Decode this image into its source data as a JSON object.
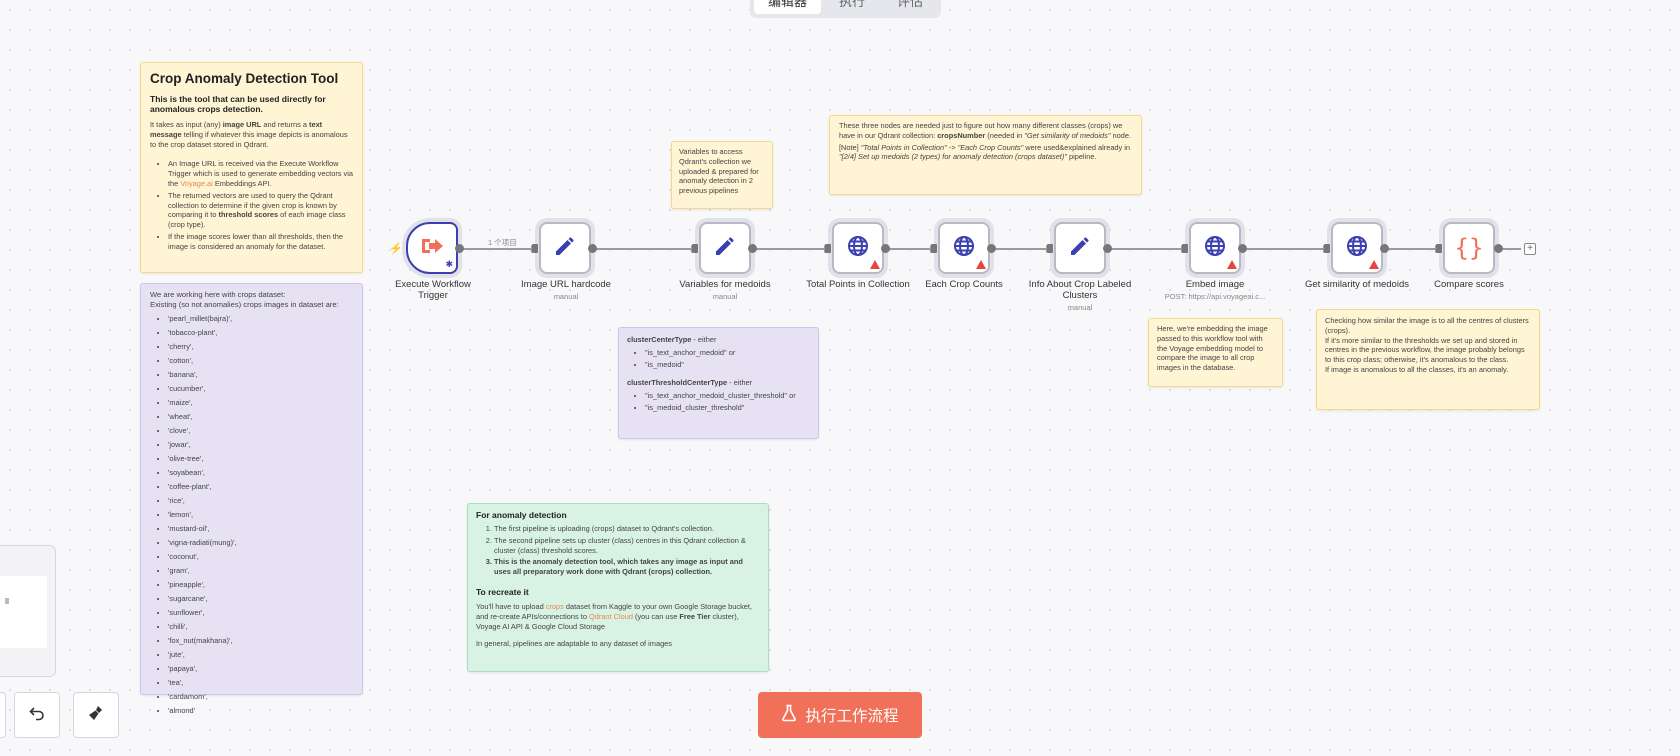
{
  "tabs": [
    {
      "label": "编辑器",
      "active": true
    },
    {
      "label": "执行",
      "active": false
    },
    {
      "label": "评估",
      "active": false
    }
  ],
  "sticky_main": {
    "title": "Crop Anomaly Detection Tool",
    "subtitle": "This is the tool that can be used directly for anomalous crops detection.",
    "p1_a": "It takes as input (any) ",
    "p1_b": "image URL",
    "p1_c": " and returns a ",
    "p1_d": "text message",
    "p1_e": " telling if whatever this image depicts is anomalous to the crop dataset stored in Qdrant.",
    "b1_a": "An Image URL is received via the Execute Workflow Trigger which is used to generate embedding vectors via the ",
    "b1_link": "Voyage.ai",
    "b1_b": " Embeddings API.",
    "b2_a": "The returned vectors are used to query the Qdrant collection to determine if the given crop is known by comparing it to ",
    "b2_b": "threshold scores",
    "b2_c": " of each image class (crop type).",
    "b3": "If the image scores lower than all thresholds, then the image is considered an anomaly for the dataset."
  },
  "sticky_crops": {
    "intro1": "We are working here with crops dataset:",
    "intro2": "Existing (so not anomalies) crops images in dataset are:",
    "items": [
      "'pearl_millet(bajra)',",
      "'tobacco-plant',",
      "'cherry',",
      "'cotton',",
      "'banana',",
      "'cucumber',",
      "'maize',",
      "'wheat',",
      "'clove',",
      "'jowar',",
      "'olive-tree',",
      "'soyabean',",
      "'coffee-plant',",
      "'rice',",
      "'lemon',",
      "'mustard-oil',",
      "'vigna-radiati(mung)',",
      "'coconut',",
      "'gram',",
      "'pineapple',",
      "'sugarcane',",
      "'sunflower',",
      "'chilli',",
      "'fox_nut(makhana)',",
      "'jute',",
      "'papaya',",
      "'tea',",
      "'cardamom',",
      "'almond'"
    ]
  },
  "sticky_vars": {
    "text": "Variables to access Qdrant's collection we uploaded & prepared for anomaly detection in 2 previous pipelines"
  },
  "sticky_three": {
    "p1_a": "These three nodes are needed just to figure out how many different classes (crops) we have in our Qdrant collection: ",
    "p1_b": "cropsNumber",
    "p1_c": " (needed in ",
    "p1_d": "\"Get similarity of medoids\"",
    "p1_e": " node.",
    "p2_a": "[Note] ",
    "p2_b": "\"Total Points in Collection\" -> \"Each Crop Counts\"",
    "p2_c": " were used&explained already in ",
    "p2_d": "\"[2/4] Set up medoids (2 types) for anomaly detection (crops dataset)\"",
    "p2_e": " pipeline."
  },
  "sticky_cluster": {
    "h1": "clusterCenterType",
    "h1_tail": " - either",
    "l1": [
      "\"is_text_anchor_medoid\" or",
      "\"is_medoid\""
    ],
    "h2": "clusterThresholdCenterType",
    "h2_tail": " - either",
    "l2": [
      "\"is_text_anchor_medoid_cluster_threshold\" or",
      "\"is_medoid_cluster_threshold\""
    ]
  },
  "sticky_anomaly": {
    "title": "For anomaly detection",
    "items": [
      "The first pipeline is uploading (crops) dataset to Qdrant's collection.",
      "The second pipeline sets up cluster (class) centres in this Qdrant collection & cluster (class) threshold scores."
    ],
    "item3": "This is the anomaly detection tool, which takes any image as input and uses all preparatory work done with Qdrant (crops) collection.",
    "title2": "To recreate it",
    "p1_a": "You'll have to upload ",
    "p1_link1": "crops",
    "p1_b": " dataset from Kaggle to your own Google Storage bucket, and re-create APIs/connections to ",
    "p1_link2": "Qdrant Cloud",
    "p1_c": " (you can use ",
    "p1_d": "Free Tier",
    "p1_e": " cluster), Voyage AI API & Google Cloud Storage",
    "p2": "In general, pipelines are adaptable to any dataset of images"
  },
  "sticky_embed": {
    "text": "Here, we're embedding the image passed to this workflow tool with the Voyage embedding model to compare the image to all crop images in the database."
  },
  "sticky_checking": {
    "p1": "Checking how similar the image is to all the centres of clusters (crops).",
    "p2": "If it's more similar to the thresholds we set up and stored in centres in the previous workflow, the image probably belongs to this crop class; otherwise, it's anomalous to the class.",
    "p3": "If image is anomalous to all the classes, it's an anomaly."
  },
  "edge_label": "1 个项目",
  "nodes": [
    {
      "name": "Execute Workflow Trigger",
      "sub": "",
      "icon": "sign-in-icon"
    },
    {
      "name": "Image URL hardcode",
      "sub": "manual",
      "icon": "pencil-icon"
    },
    {
      "name": "Variables for medoids",
      "sub": "manual",
      "icon": "pencil-icon"
    },
    {
      "name": "Total Points in Collection",
      "sub": "",
      "icon": "globe-icon"
    },
    {
      "name": "Each Crop Counts",
      "sub": "",
      "icon": "globe-icon"
    },
    {
      "name": "Info About Crop Labeled Clusters",
      "sub": "manual",
      "icon": "pencil-icon"
    },
    {
      "name": "Embed image",
      "sub": "POST: https://api.voyageai.c...",
      "icon": "globe-icon"
    },
    {
      "name": "Get similarity of medoids",
      "sub": "",
      "icon": "globe-icon"
    },
    {
      "name": "Compare scores",
      "sub": "",
      "icon": "code-braces-icon"
    }
  ],
  "execute_button": "执行工作流程",
  "colors": {
    "accent": "#f0705a",
    "node_icon": "#3c3fb0",
    "trigger_icon": "#f0705a",
    "warning": "#e8453c"
  }
}
